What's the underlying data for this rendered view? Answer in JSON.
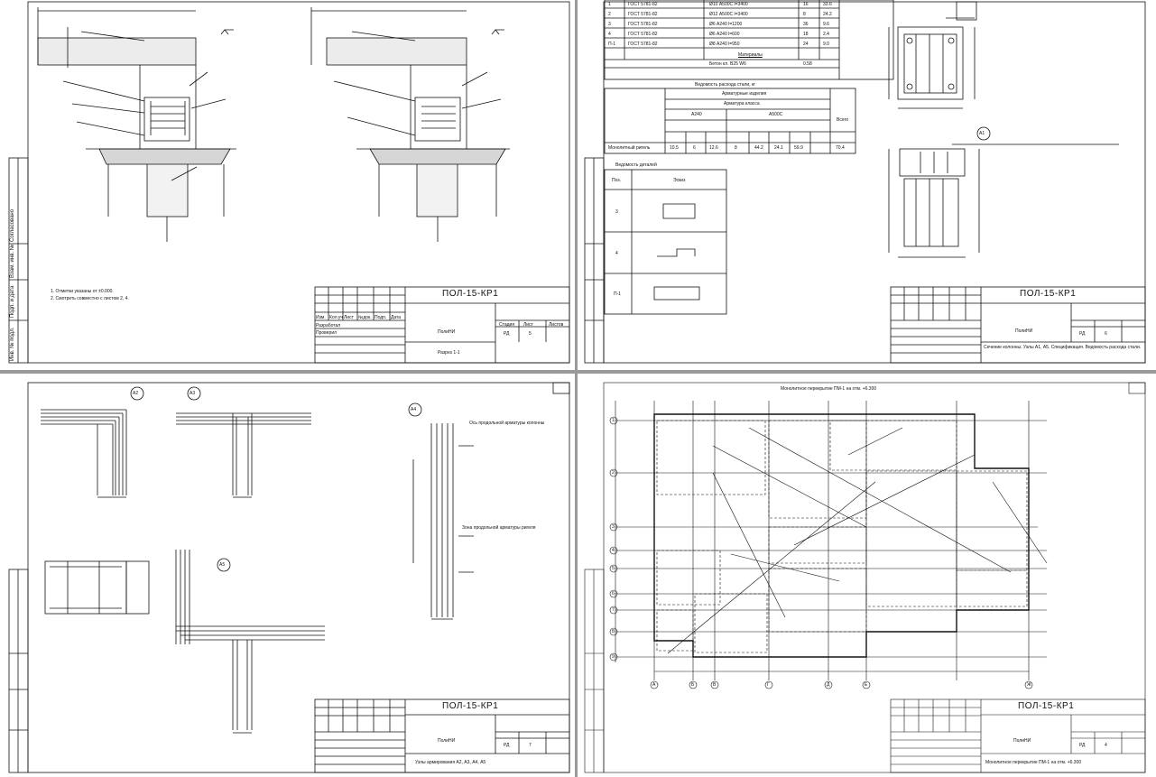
{
  "sheets": [
    {
      "id": "top-left",
      "doc_code": "ПОЛ-15-КР1",
      "sheet_no": "5",
      "stage": "РД",
      "org": "ПолиНИ",
      "title": "Разрез 1-1",
      "side_labels": [
        "Согласовано",
        "Взам. инв. №",
        "Подп. и дата",
        "Инв. № подл."
      ],
      "notes": [
        "1. Отметки указаны от ±0.000.",
        "2. Смотреть совместно с листом 2, 4."
      ]
    },
    {
      "id": "top-right",
      "doc_code": "ПОЛ-15-КР1",
      "sheet_no": "6",
      "stage": "РД",
      "org": "ПолиНИ",
      "title": "Сечение колонны. Узлы А1, А5. Спецификация. Ведомость расхода стали.",
      "spec_rows": [
        {
          "pos": "1",
          "doc": "ГОСТ 5781-82",
          "name": "Ø10 А500С l=3400",
          "qty": "16",
          "mass": "33.6"
        },
        {
          "pos": "2",
          "doc": "ГОСТ 5781-82",
          "name": "Ø12 А500С l=3400",
          "qty": "8",
          "mass": "24.2"
        },
        {
          "pos": "3",
          "doc": "ГОСТ 5781-82",
          "name": "Ø6 А240 l=1200",
          "qty": "36",
          "mass": "9.6"
        },
        {
          "pos": "4",
          "doc": "ГОСТ 5781-82",
          "name": "Ø6 А240 l=600",
          "qty": "18",
          "mass": "2.4"
        },
        {
          "pos": "П-1",
          "doc": "ГОСТ 5781-82",
          "name": "Ø8 А240 l=950",
          "qty": "24",
          "mass": "9.0"
        }
      ],
      "spec_materials": "Материалы",
      "spec_concrete": "Бетон кл. В25 W6",
      "spec_concrete_vol": "0.58",
      "steel_table_title": "Ведомость расхода стали, кг",
      "steel_group": "Арматурные изделия",
      "steel_sub": "Арматура класса",
      "steel_a240": "А240",
      "steel_a500": "А500С",
      "steel_total": "Всего",
      "steel_row_label": "Монолитный ригель",
      "steel_values": [
        "10.5",
        "6",
        "12.6",
        "8",
        "44.2",
        "24.1",
        "59.9",
        "70.4"
      ],
      "detail_title": "Ведомость деталей",
      "detail_col_pos": "Поз.",
      "detail_col_sketch": "Эскиз",
      "detail_pos": [
        "3",
        "4",
        "П-1"
      ],
      "node_label": "А1"
    },
    {
      "id": "bottom-left",
      "doc_code": "ПОЛ-15-КР1",
      "sheet_no": "7",
      "stage": "РД",
      "org": "ПолиНИ",
      "title": "Узлы армирования А2, А3, А4, А5",
      "node_labels": [
        "А2",
        "А3",
        "А4",
        "А5"
      ],
      "note_a4": "Ось продольной арматуры колонны",
      "note_a4b": "Зона продольной арматуры ригеля"
    },
    {
      "id": "bottom-right",
      "doc_code": "ПОЛ-15-КР1",
      "sheet_no": "4",
      "stage": "РД",
      "org": "ПолиНИ",
      "title": "Монолитное перекрытие ПМ-1 на отм. +6.300",
      "plan_title": "Монолитное перекрытие ПМ-1 на отм. +6.300",
      "row_axes": [
        "1",
        "2",
        "3",
        "4",
        "5",
        "6",
        "7",
        "8",
        "9"
      ],
      "col_axes": [
        "А",
        "Б",
        "В",
        "Г",
        "Д",
        "Е",
        "Ж"
      ]
    }
  ],
  "stamp_labels": {
    "izm": "Изм.",
    "kol": "Кол.уч",
    "list": "Лист",
    "ndok": "№док.",
    "podp": "Подп.",
    "data": "Дата",
    "stadiya": "Стадия",
    "list2": "Лист",
    "listov": "Листов",
    "razrab": "Разработал",
    "prov": "Проверил"
  }
}
